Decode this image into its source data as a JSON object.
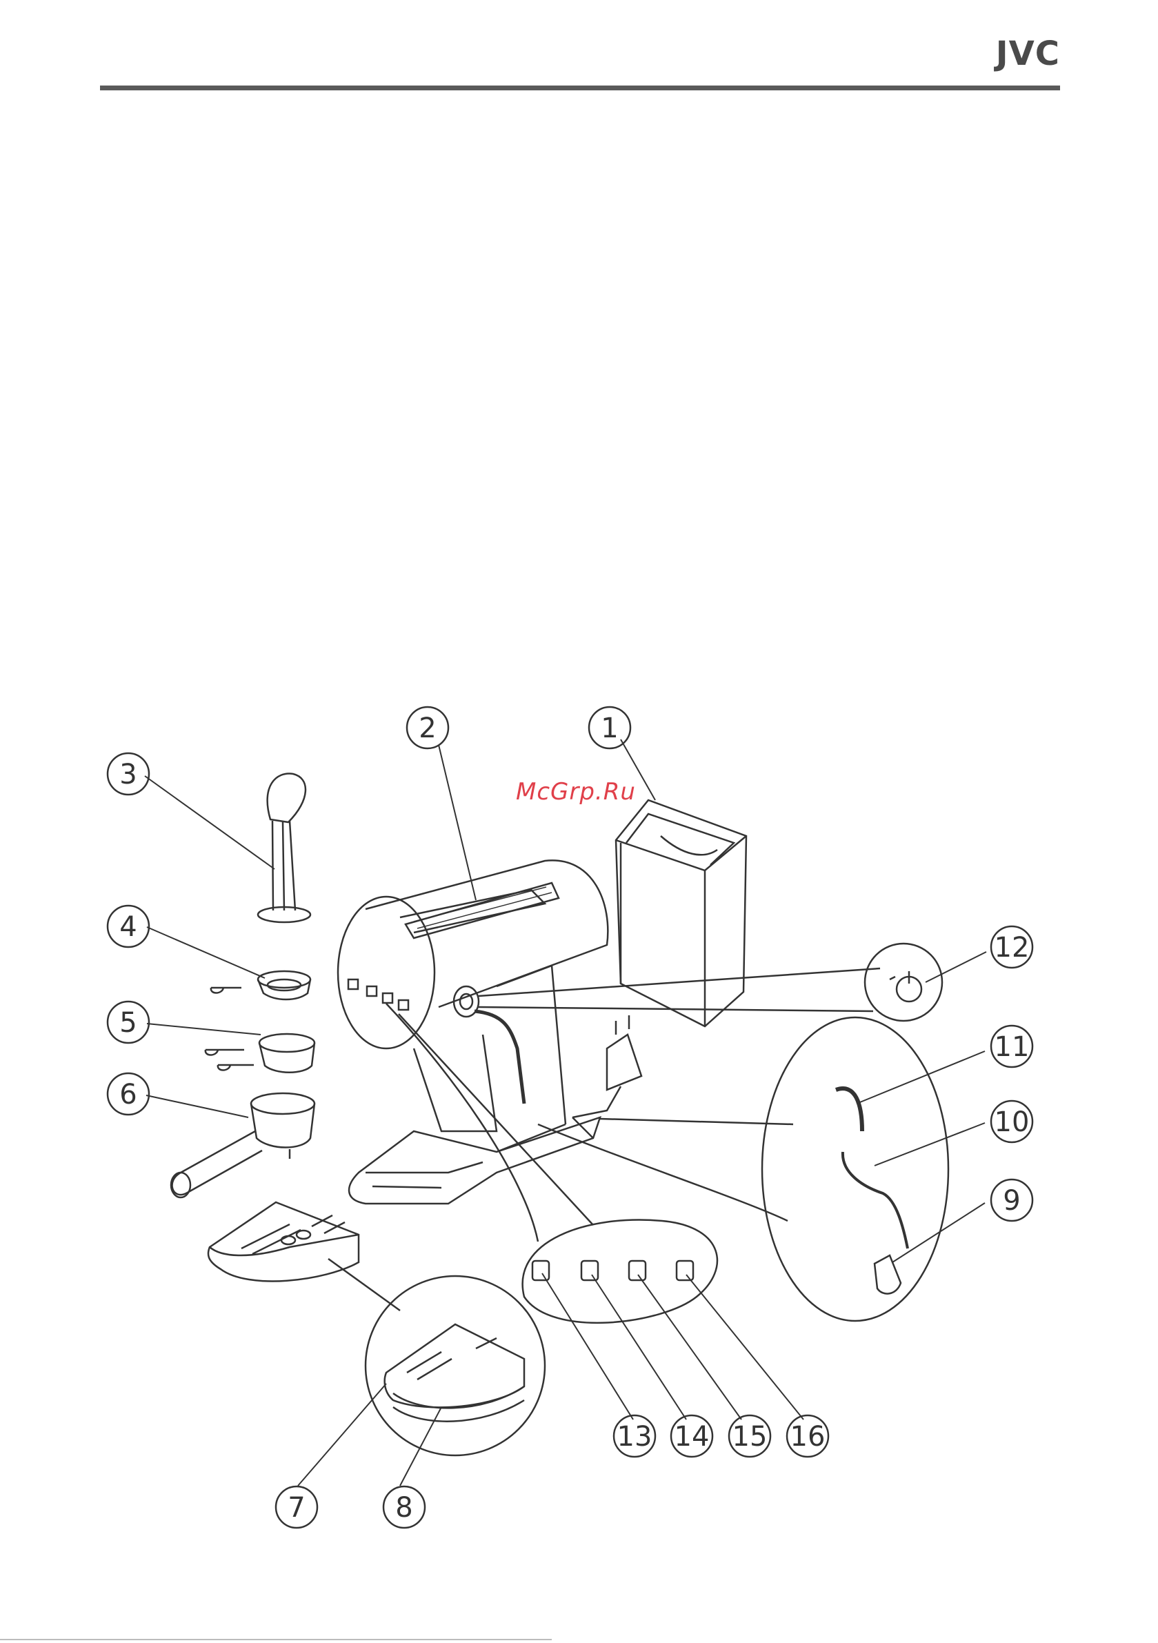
{
  "header": {
    "brand": "JVC"
  },
  "watermark": "McGrp.Ru",
  "diagram": {
    "callouts": [
      "1",
      "2",
      "3",
      "4",
      "5",
      "6",
      "7",
      "8",
      "9",
      "10",
      "11",
      "12",
      "13",
      "14",
      "15",
      "16"
    ]
  },
  "colors": {
    "line": "#333333",
    "rule": "#5a5a5a",
    "watermark": "#e0404a"
  }
}
